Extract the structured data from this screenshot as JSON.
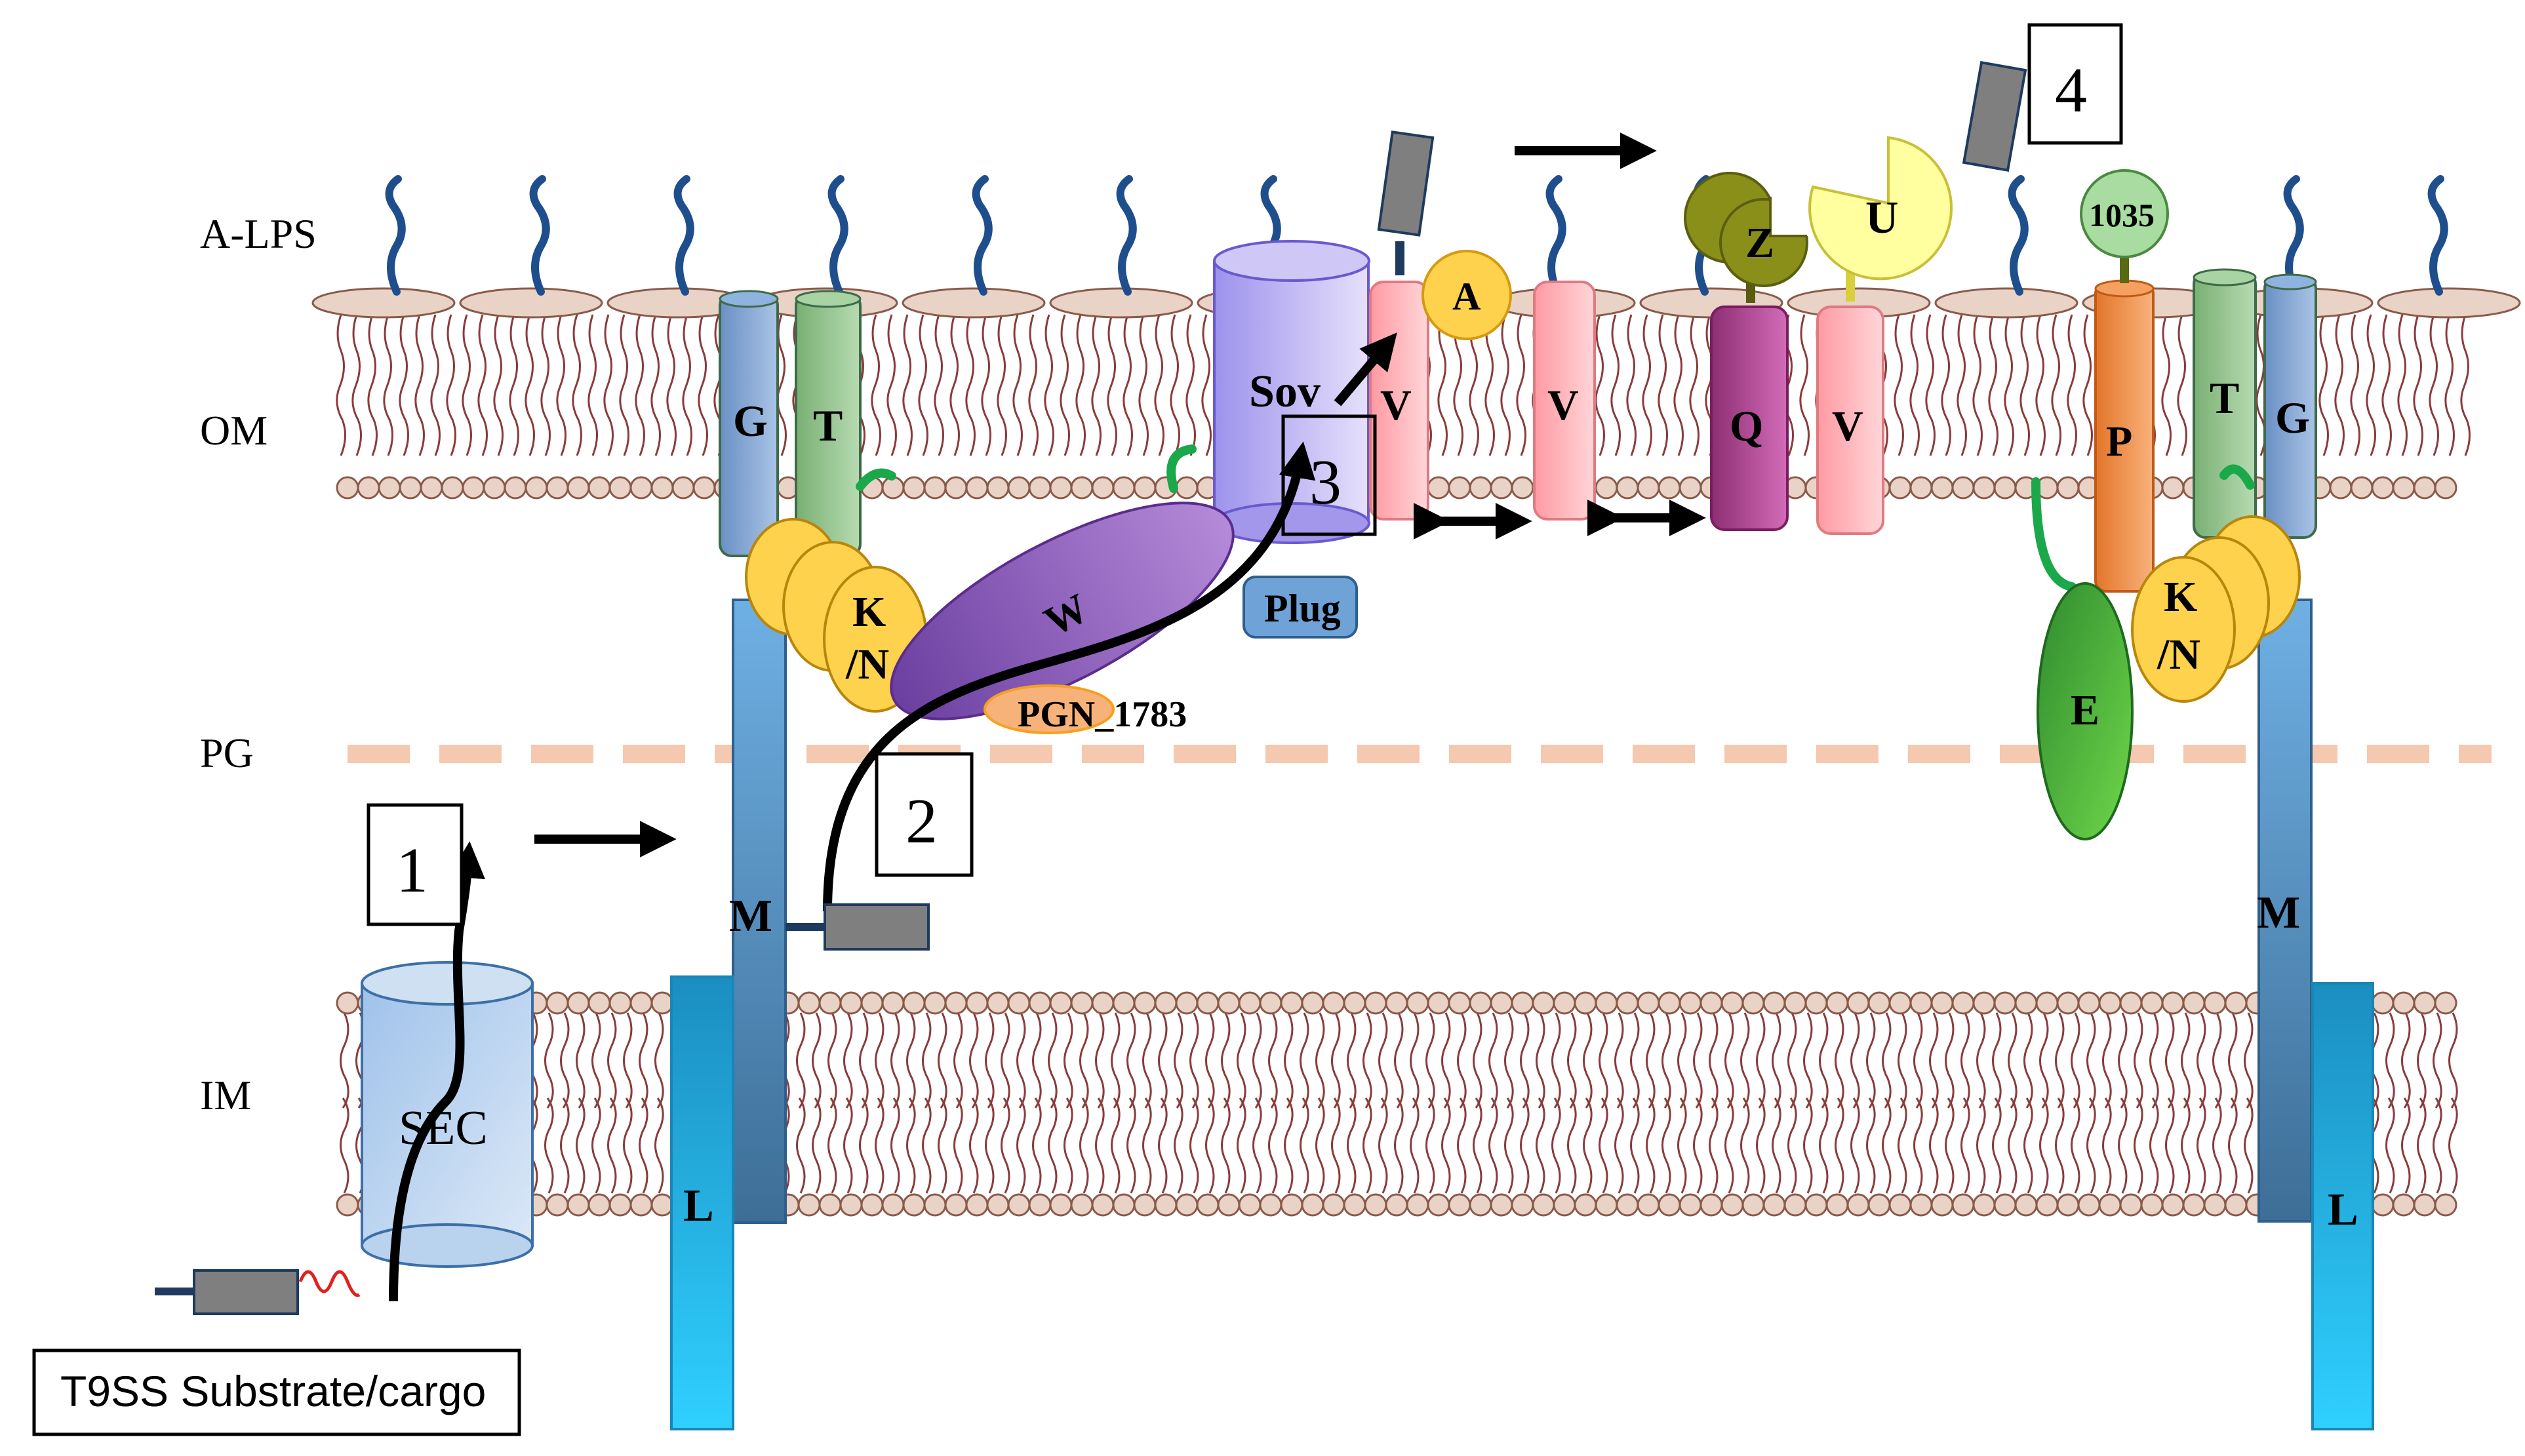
{
  "regions": {
    "alps": "A-LPS",
    "om": "OM",
    "pg": "PG",
    "im": "IM"
  },
  "steps": [
    "1",
    "2",
    "3",
    "4"
  ],
  "proteins": {
    "g_left": "G",
    "t_left": "T",
    "kn_left": [
      "K",
      "/N"
    ],
    "m_left": "M",
    "l_left": "L",
    "sec": "SEC",
    "w": "W",
    "pgn1783": "PGN_1783",
    "sov": "Sov",
    "plug": "Plug",
    "v1": "V",
    "a": "A",
    "v2": "V",
    "q": "Q",
    "z": "Z",
    "v3": "V",
    "u": "U",
    "p": "P",
    "p1035": "1035",
    "e": "E",
    "t_right": "T",
    "g_right": "G",
    "kn_right": [
      "K",
      "/N"
    ],
    "m_right": "M",
    "l_right": "L"
  },
  "legend": "T9SS Substrate/cargo",
  "colors": {
    "lipid_head": "#e9d3c6",
    "lipid_tail": "#8a3b3b",
    "lps_chain": "#1f4e8c",
    "pg_dash": "#f5c8b0",
    "cargo": "#7f7f7f",
    "kn": "#ffd24d",
    "gld_g": "#7ea6d6",
    "gld_t": "#8fc28a",
    "m_bar": "#5b9bd5",
    "l_bar": "#22b5e6",
    "sov": "#b8aef2",
    "w": "#8b5fbf",
    "v": "#ffb3b8",
    "q": "#a8418a",
    "z": "#8a8f1a",
    "u": "#ffffa0",
    "p": "#f08a3a",
    "p1035": "#a8dca0",
    "e": "#3aa83a",
    "plug": "#6fa3d8",
    "pgn": "#f7b27a"
  }
}
